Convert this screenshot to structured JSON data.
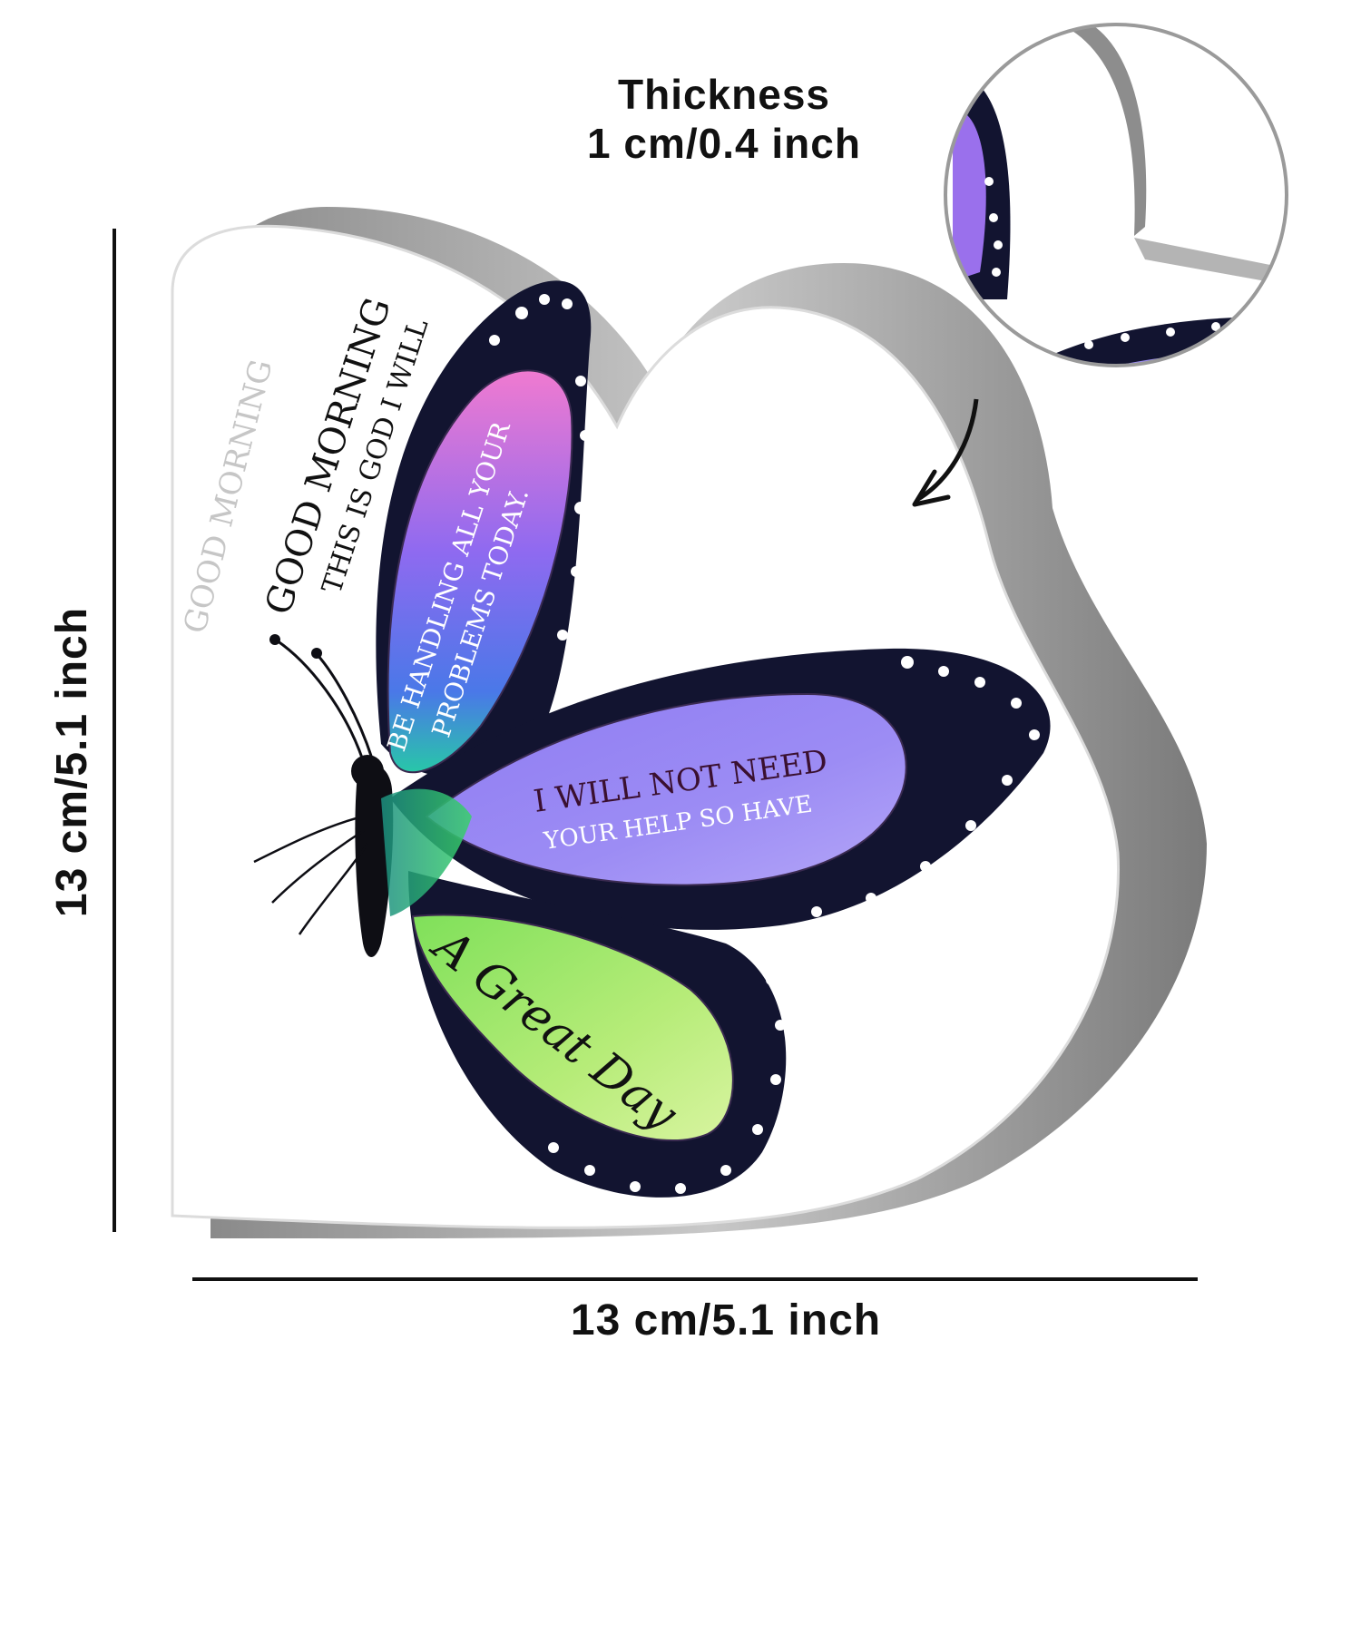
{
  "dimensions": {
    "thickness_title": "Thickness",
    "thickness_value": "1 cm/0.4 inch",
    "height": "13 cm/5.1 inch",
    "width": "13 cm/5.1 inch"
  },
  "plaque": {
    "line1": "GOOD MORNING",
    "line2": "THIS IS GOD I WILL",
    "wing_top_line1": "BE HANDLING ALL YOUR",
    "wing_top_line2": "PROBLEMS TODAY.",
    "wing_mid_line1": "I WILL NOT NEED",
    "wing_mid_line2": "YOUR HELP  SO HAVE",
    "wing_bottom": "A Great Day"
  },
  "colors": {
    "edge": "#9a9a9a",
    "wing_pink": "#e07fd6",
    "wing_purple": "#7a6cf0",
    "wing_green": "#5fe07a",
    "wing_dark": "#121430"
  }
}
